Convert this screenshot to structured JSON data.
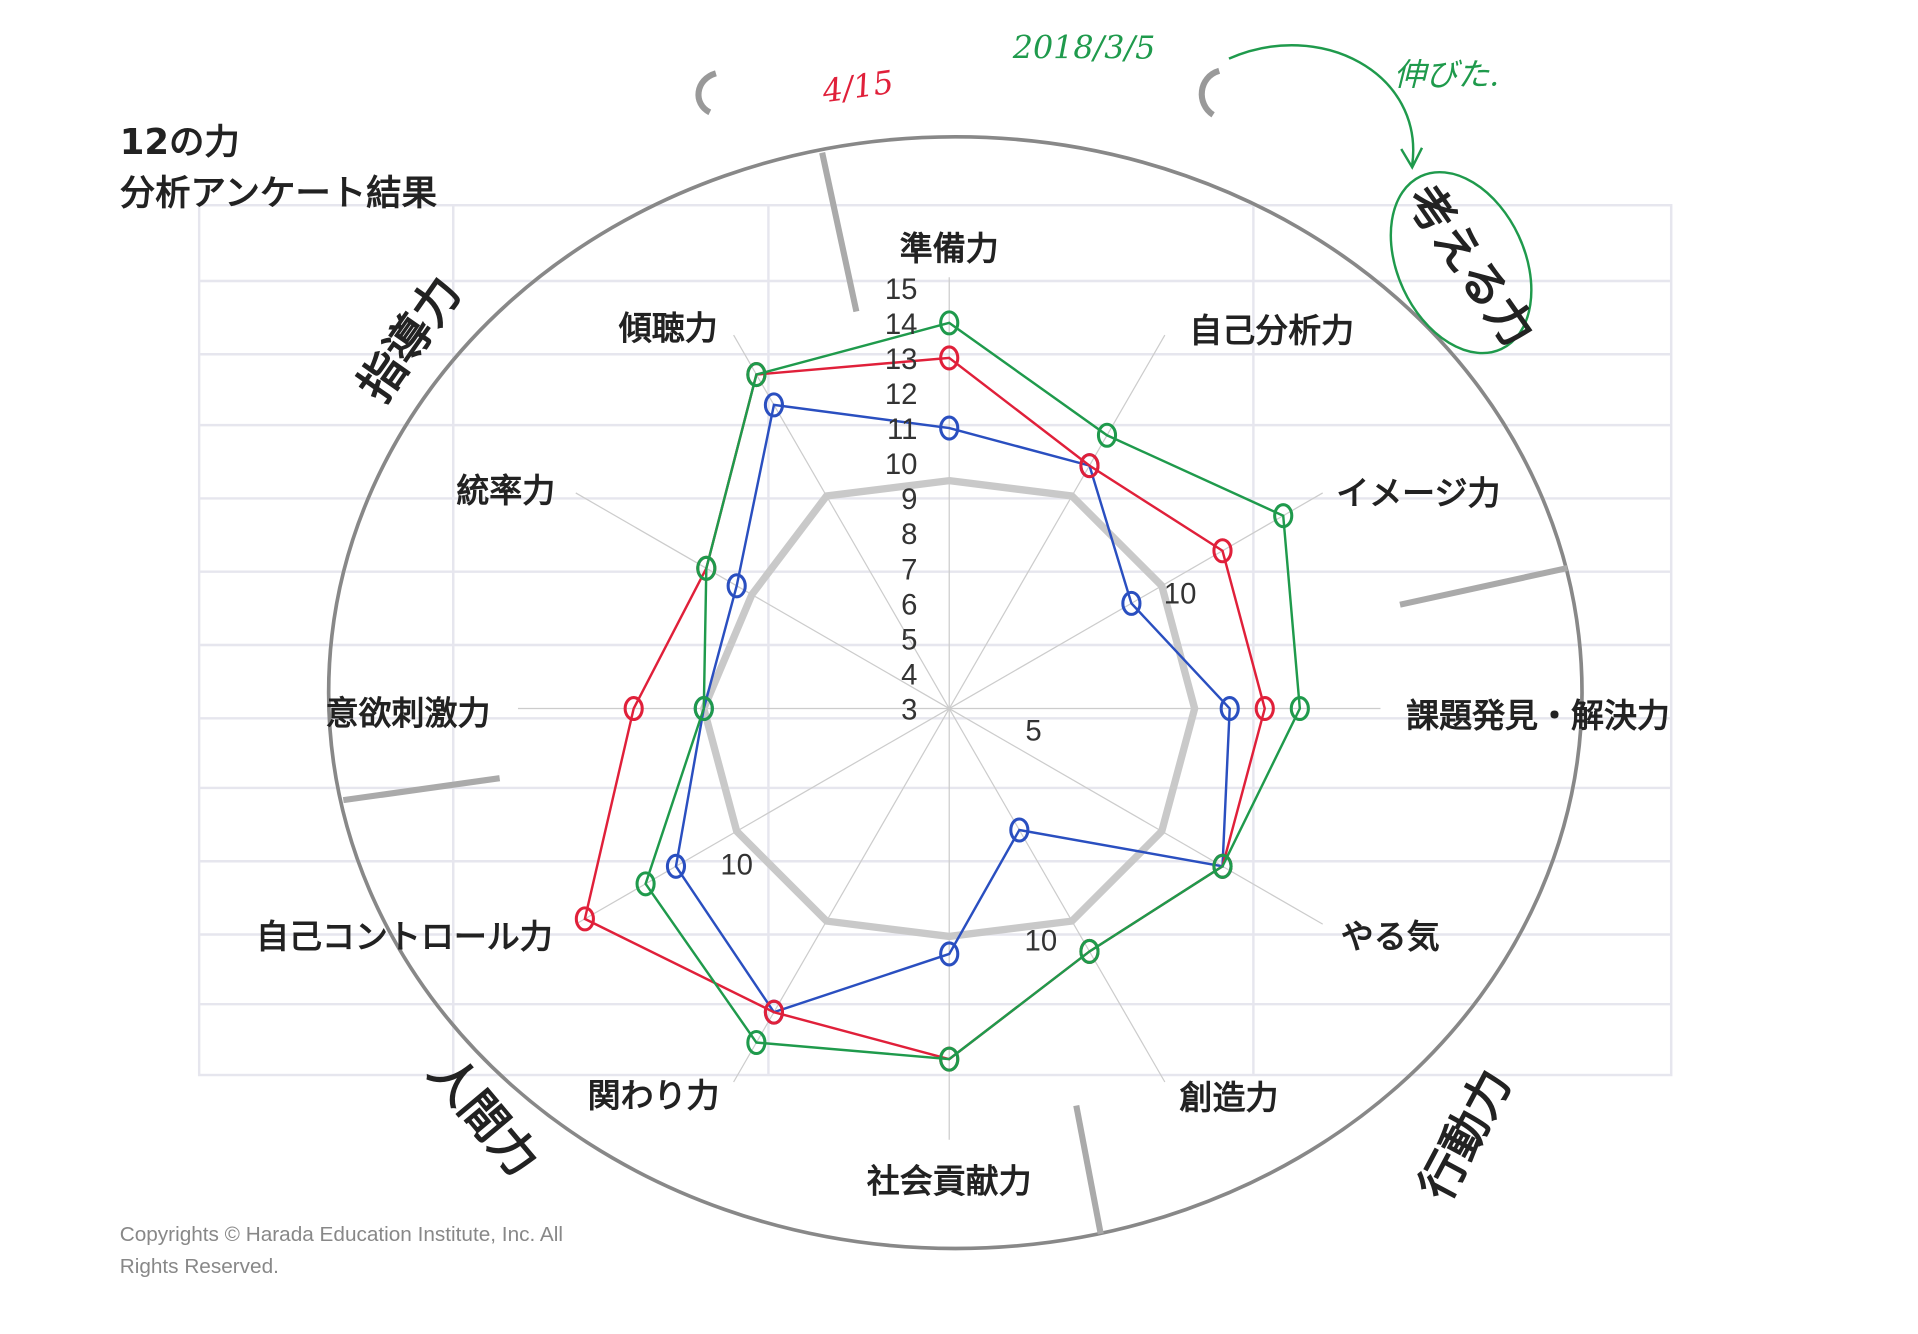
{
  "title_line1": "12の力",
  "title_line2": "分析アンケート結果",
  "copyright_line1": "Copyrights © Harada Education Institute, Inc.  All",
  "copyright_line2": "Rights Reserved.",
  "handwritten": {
    "date_red": "4/15",
    "date_green": "2018/3/5",
    "note_green": "伸びた."
  },
  "groups": [
    "指導力",
    "考える力",
    "行動力",
    "人間力"
  ],
  "chart_data": {
    "type": "radar",
    "categories": [
      "準備力",
      "自己分析力",
      "イメージ力",
      "課題発見・解決力",
      "やる気",
      "創造力",
      "社会貢献力",
      "関わり力",
      "自己コントロール力",
      "意欲刺激力",
      "統率力",
      "傾聴力"
    ],
    "rlim": [
      3,
      15
    ],
    "r_ticks": [
      "15",
      "14",
      "13",
      "12",
      "11",
      "10",
      "9",
      "8",
      "7",
      "6",
      "5",
      "4",
      "3"
    ],
    "extra_labels": [
      "10",
      "10",
      "10",
      "5"
    ],
    "series": [
      {
        "name": "printed",
        "color": "#c9c9c9",
        "values": [
          9.5,
          10,
          10,
          10,
          10,
          10,
          9.5,
          10,
          10,
          10,
          9.5,
          10
        ]
      },
      {
        "name": "blue",
        "color": "#2a4fc0",
        "values": [
          11,
          11,
          9,
          11,
          12,
          7,
          10,
          13,
          12,
          10,
          10,
          13
        ]
      },
      {
        "name": "red",
        "color": "#e0203a",
        "values": [
          13,
          11,
          12,
          12,
          12,
          11,
          13,
          13,
          15,
          12,
          11,
          14
        ]
      },
      {
        "name": "green",
        "color": "#1f9a4c",
        "values": [
          14,
          12,
          14,
          13,
          12,
          11,
          13,
          14,
          13,
          10,
          11,
          14
        ]
      }
    ]
  }
}
